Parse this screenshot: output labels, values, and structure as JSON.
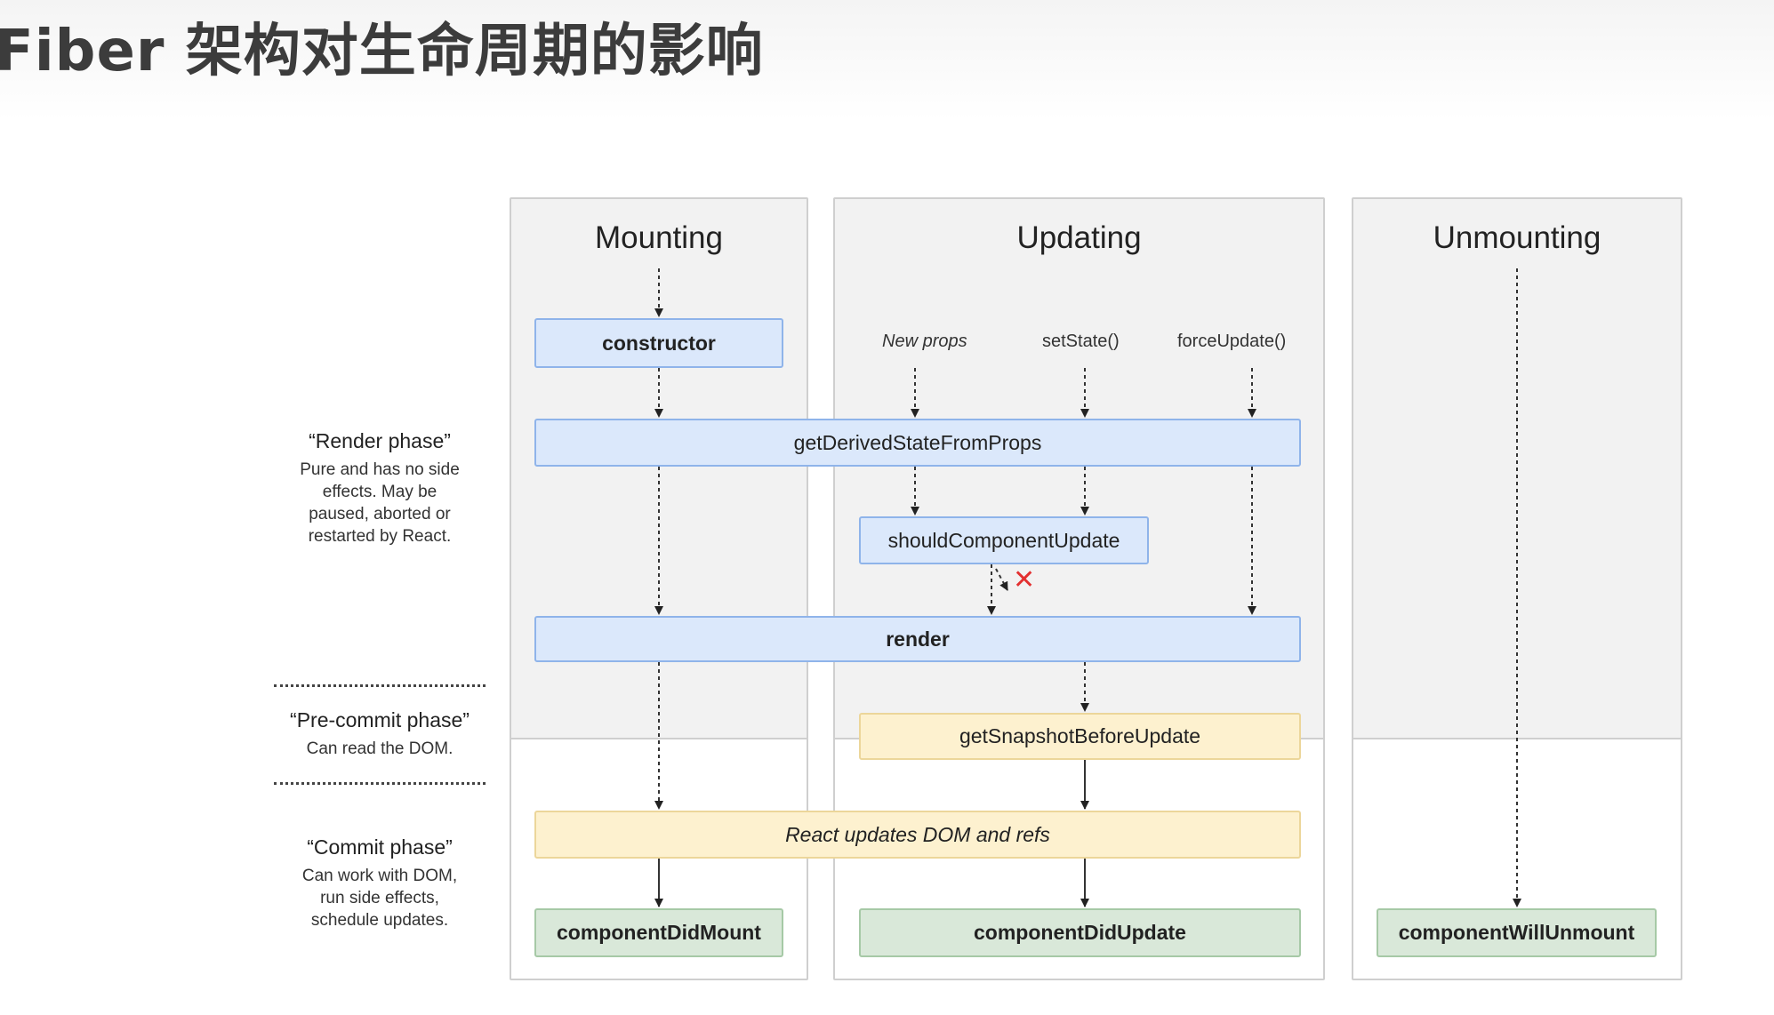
{
  "title": "Fiber 架构对生命周期的影响",
  "columns": {
    "mounting": "Mounting",
    "updating": "Updating",
    "unmounting": "Unmounting"
  },
  "triggers": {
    "new_props": "New props",
    "set_state": "setState()",
    "force_update": "forceUpdate()"
  },
  "nodes": {
    "constructor": "constructor",
    "get_derived_state_from_props": "getDerivedStateFromProps",
    "should_component_update": "shouldComponentUpdate",
    "render": "render",
    "get_snapshot_before_update": "getSnapshotBeforeUpdate",
    "react_updates_dom": "React updates DOM and refs",
    "component_did_mount": "componentDidMount",
    "component_did_update": "componentDidUpdate",
    "component_will_unmount": "componentWillUnmount"
  },
  "phases": {
    "render": {
      "title": "“Render phase”",
      "lines": [
        "Pure and has no side",
        "effects. May be",
        "paused, aborted or",
        "restarted by React."
      ]
    },
    "pre_commit": {
      "title": "“Pre-commit phase”",
      "lines": [
        "Can read the DOM."
      ]
    },
    "commit": {
      "title": "“Commit phase”",
      "lines": [
        "Can work with DOM,",
        "run side effects,",
        "schedule updates."
      ]
    }
  },
  "cancel_mark": "✕",
  "colors": {
    "blue": "#dbe8fb",
    "yellow": "#fdf1cf",
    "green": "#d9e8d9",
    "cancel": "#e33030"
  }
}
